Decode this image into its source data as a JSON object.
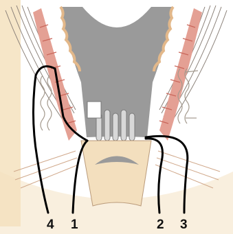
{
  "colors": {
    "background": "#ffffff",
    "skin": "#f3dfbe",
    "muscle_red": "#e4a094",
    "muscle_stripe": "#c9665a",
    "lumen_gray": "#9a9a9a",
    "fibrous": "#c8c0b4",
    "outline": "#000000",
    "fine_line": "#8a8078"
  },
  "labels": {
    "fistula_4": "4",
    "fistula_1": "1",
    "fistula_2": "2",
    "fistula_3": "3"
  }
}
